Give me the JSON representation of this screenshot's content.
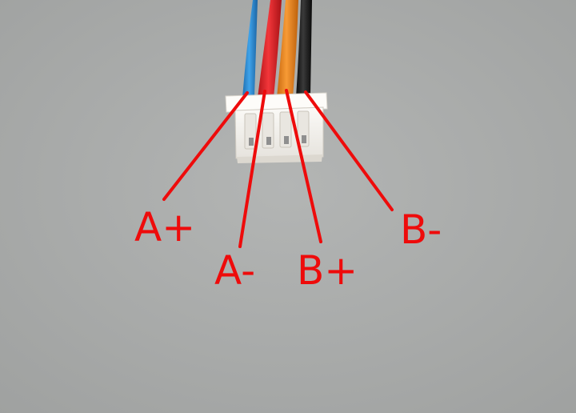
{
  "colors": {
    "background": "#a9abaa",
    "label": "#ee0b0b",
    "callout_line": "#ee0b0b",
    "wire_blue": "#2c8fd8",
    "wire_red": "#e8262a",
    "wire_orange": "#f08a1e",
    "wire_black": "#1a1a1a",
    "connector": "#f2f0ec"
  },
  "labels": {
    "a_plus": "A+",
    "a_minus": "A-",
    "b_plus": "B+",
    "b_minus": "B-"
  }
}
